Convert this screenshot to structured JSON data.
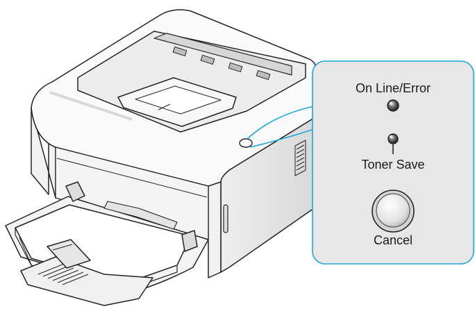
{
  "control_panel": {
    "online_error_label": "On Line/Error",
    "toner_save_label": "Toner Save",
    "cancel_label": "Cancel"
  },
  "colors": {
    "panel_fill": "#e7e7e7",
    "callout_outline": "#1ea5d6",
    "printer_body": "#f7f7f7",
    "line_art": "#222222"
  },
  "icons": [
    "printer-illustration",
    "led-indicator",
    "cancel-button"
  ]
}
